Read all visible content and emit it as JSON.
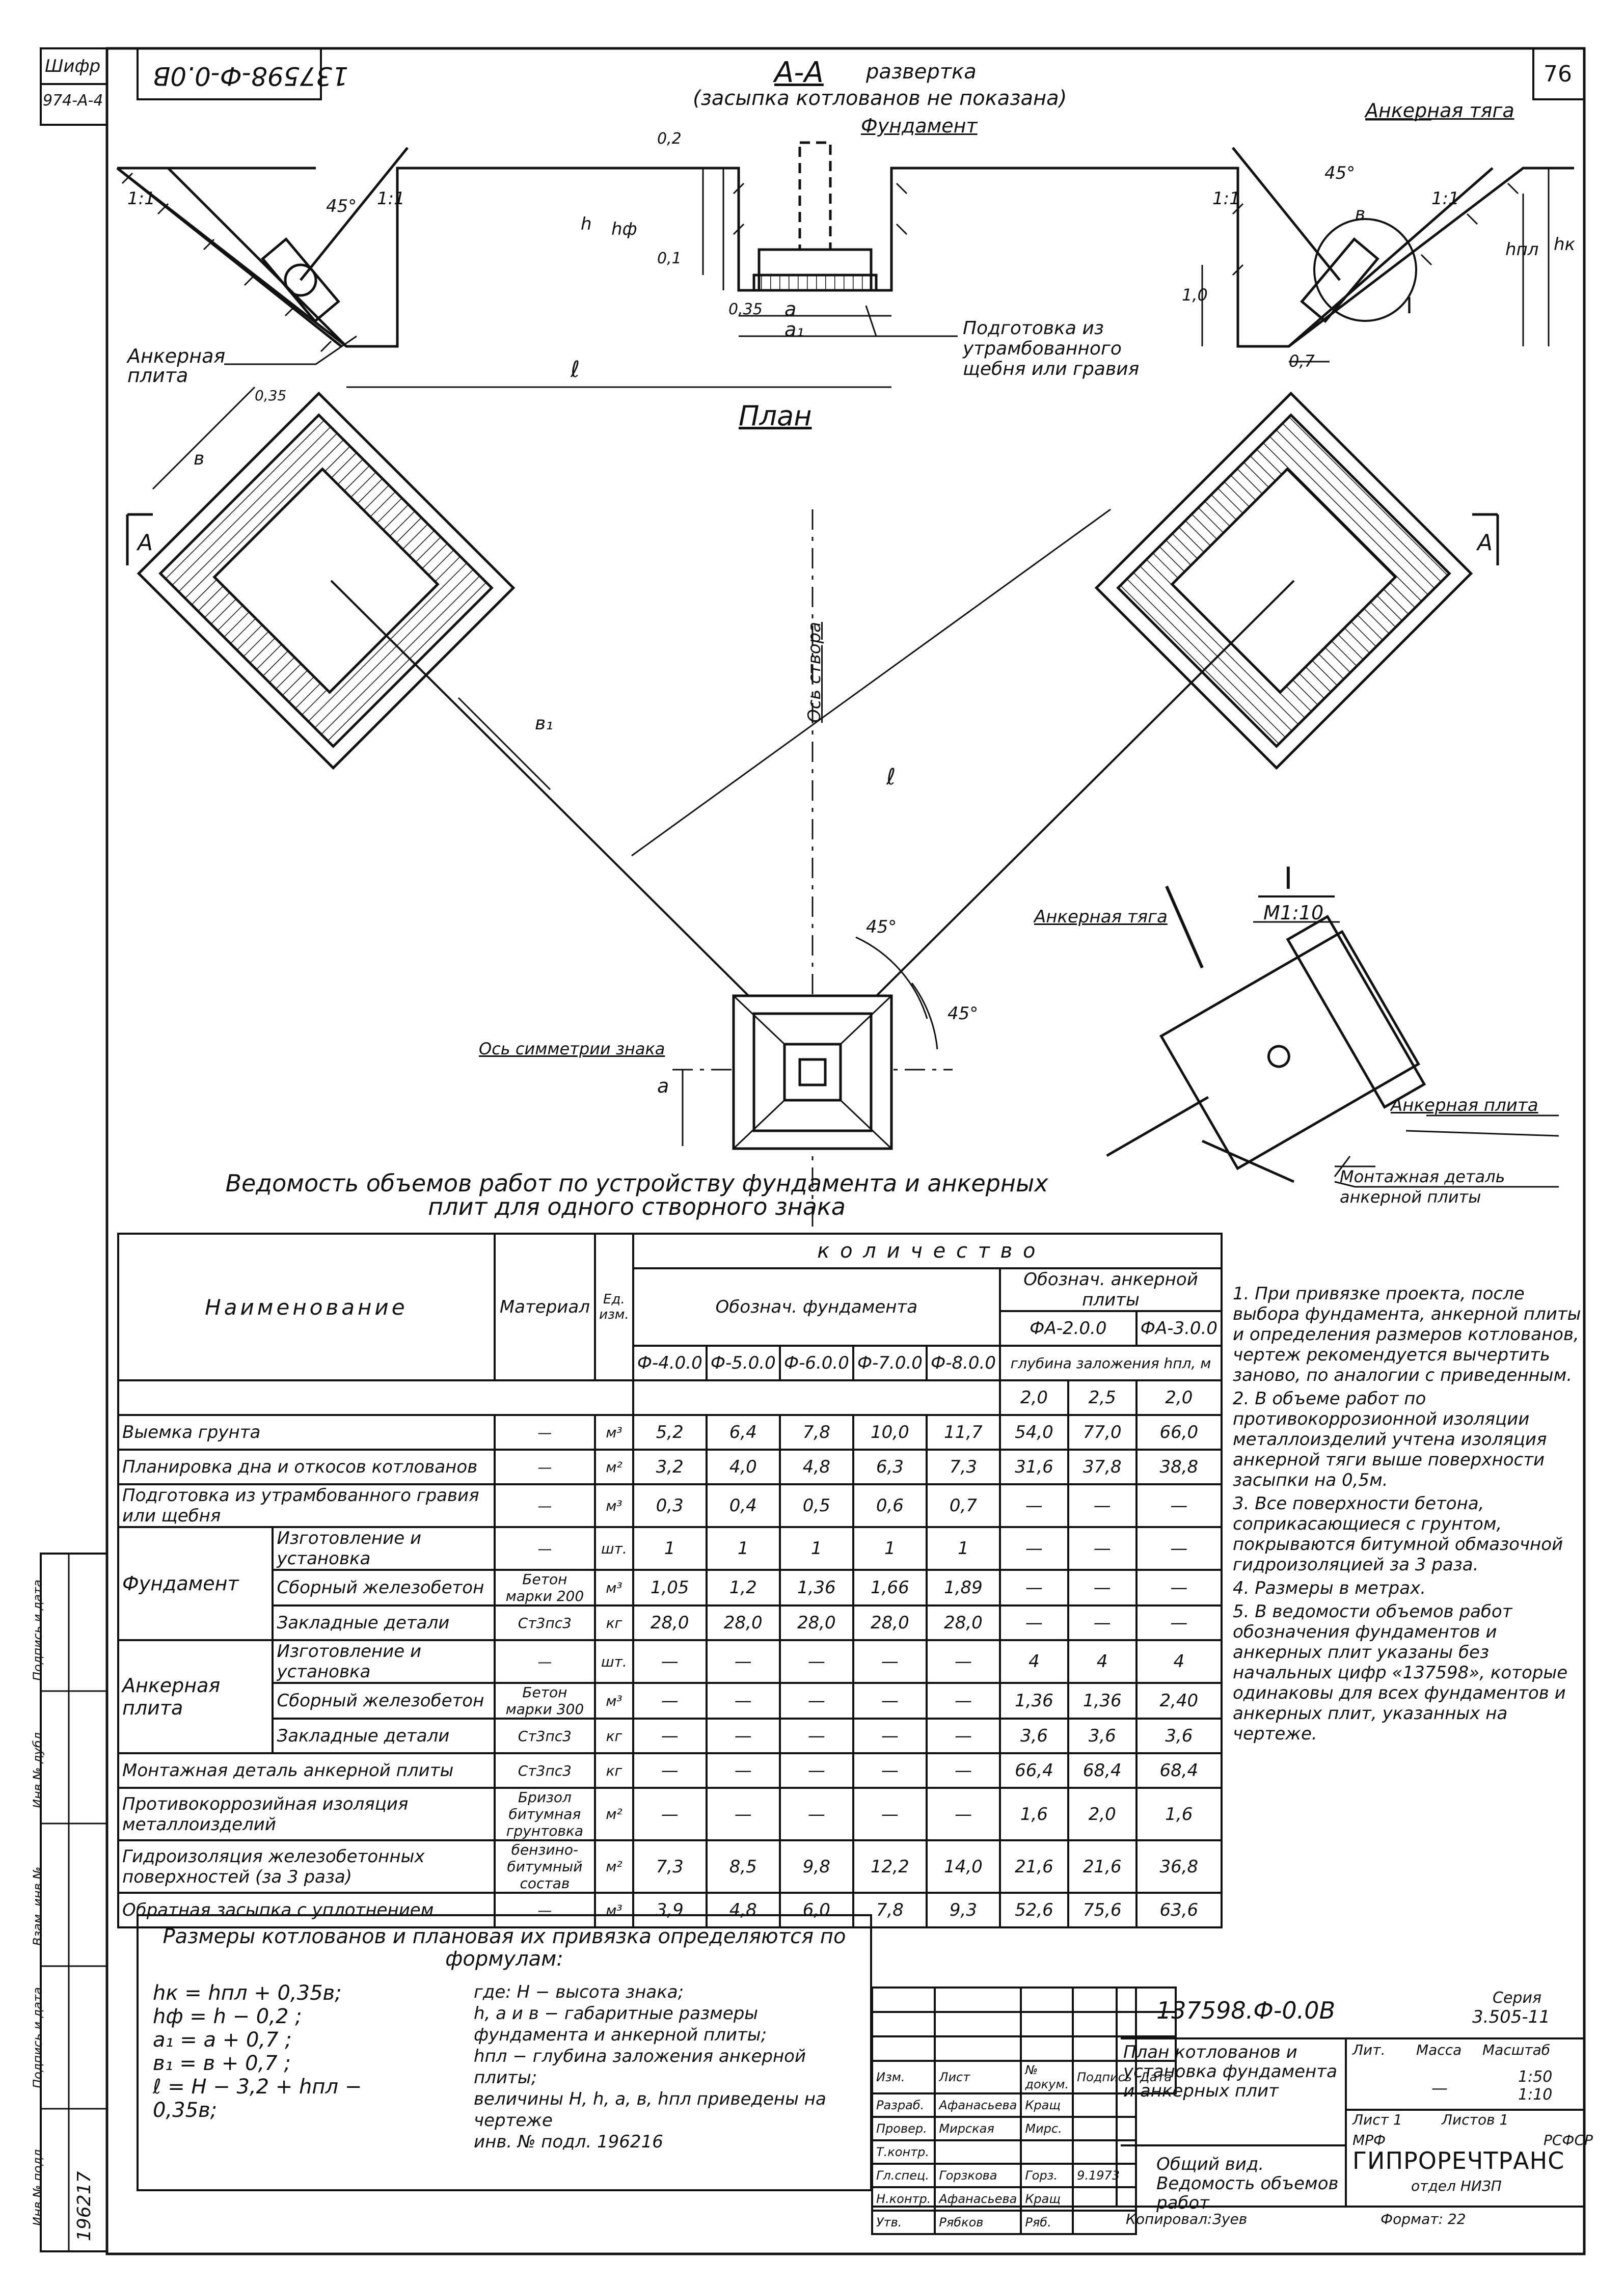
{
  "header": {
    "shifr_label": "Шифр",
    "shifr_value": "974-А-4",
    "code_rotated": "137598-Ф-0.0В",
    "sheet_no": "76"
  },
  "section": {
    "title": "А-А",
    "subtitle": "развертка",
    "note": "(засыпка котлованов не показана)",
    "foundation_label": "Фундамент",
    "anchor_rod": "Анкерная тяга",
    "anchor_plate": "Анкерная плита",
    "prep_note": "Подготовка из утрамбованного щебня или гравия",
    "dims": {
      "slope1": "1:1",
      "angle": "45°",
      "h": "h",
      "hf": "hф",
      "d02": "0,2",
      "d01": "0,1",
      "d10": "1,0",
      "d035": "0,35",
      "a": "a",
      "a1": "a₁",
      "l": "ℓ",
      "b": "в",
      "hpl": "hпл",
      "hk": "hк",
      "d07": "0,7",
      "callout": "I"
    }
  },
  "plan": {
    "title": "План",
    "section_mark": "А",
    "axis_label": "Ось створа",
    "symmetry_label": "Ось симметрии знака",
    "angle": "45°",
    "b": "в",
    "b1": "в₁",
    "l": "ℓ",
    "d035": "0,35",
    "a": "a"
  },
  "detail": {
    "title": "I",
    "scale": "М1:10",
    "anchor_rod": "Анкерная тяга",
    "anchor_plate": "Анкерная плита",
    "mount_part": "Монтажная деталь анкерной плиты"
  },
  "volumes": {
    "title": "Ведомость объемов работ по устройству фундамента и анкерных плит для одного створного знака",
    "headers": {
      "name": "Наименование",
      "material": "Материал",
      "unit": "Ед. изм.",
      "qty": "к о л и ч е с т в о",
      "found": "Обознач. фундамента",
      "anchor": "Обознач. анкерной плиты",
      "fa20": "ФА-2.0.0",
      "fa30": "ФА-3.0.0",
      "depth": "глубина заложения hпл, м",
      "cols": [
        "Ф-4.0.0",
        "Ф-5.0.0",
        "Ф-6.0.0",
        "Ф-7.0.0",
        "Ф-8.0.0",
        "2,0",
        "2,5",
        "2,0"
      ]
    },
    "rows": [
      {
        "group": "",
        "name": "Выемка грунта",
        "material": "—",
        "unit": "м³",
        "v": [
          "5,2",
          "6,4",
          "7,8",
          "10,0",
          "11,7",
          "54,0",
          "77,0",
          "66,0"
        ]
      },
      {
        "group": "",
        "name": "Планировка дна и откосов котлованов",
        "material": "—",
        "unit": "м²",
        "v": [
          "3,2",
          "4,0",
          "4,8",
          "6,3",
          "7,3",
          "31,6",
          "37,8",
          "38,8"
        ]
      },
      {
        "group": "",
        "name": "Подготовка из утрамбованного гравия или щебня",
        "material": "—",
        "unit": "м³",
        "v": [
          "0,3",
          "0,4",
          "0,5",
          "0,6",
          "0,7",
          "—",
          "—",
          "—"
        ]
      },
      {
        "group": "Фундамент",
        "name": "Изготовление и установка",
        "material": "—",
        "unit": "шт.",
        "v": [
          "1",
          "1",
          "1",
          "1",
          "1",
          "—",
          "—",
          "—"
        ]
      },
      {
        "group": "",
        "name": "Сборный железобетон",
        "material": "Бетон марки 200",
        "unit": "м³",
        "v": [
          "1,05",
          "1,2",
          "1,36",
          "1,66",
          "1,89",
          "—",
          "—",
          "—"
        ]
      },
      {
        "group": "",
        "name": "Закладные детали",
        "material": "Ст3пс3",
        "unit": "кг",
        "v": [
          "28,0",
          "28,0",
          "28,0",
          "28,0",
          "28,0",
          "—",
          "—",
          "—"
        ]
      },
      {
        "group": "Анкерная плита",
        "name": "Изготовление и установка",
        "material": "—",
        "unit": "шт.",
        "v": [
          "—",
          "—",
          "—",
          "—",
          "—",
          "4",
          "4",
          "4"
        ]
      },
      {
        "group": "",
        "name": "Сборный железобетон",
        "material": "Бетон марки 300",
        "unit": "м³",
        "v": [
          "—",
          "—",
          "—",
          "—",
          "—",
          "1,36",
          "1,36",
          "2,40"
        ]
      },
      {
        "group": "",
        "name": "Закладные детали",
        "material": "Ст3пс3",
        "unit": "кг",
        "v": [
          "—",
          "—",
          "—",
          "—",
          "—",
          "3,6",
          "3,6",
          "3,6"
        ]
      },
      {
        "group": "",
        "name": "Монтажная деталь анкерной плиты",
        "material": "Ст3пс3",
        "unit": "кг",
        "v": [
          "—",
          "—",
          "—",
          "—",
          "—",
          "66,4",
          "68,4",
          "68,4"
        ]
      },
      {
        "group": "",
        "name": "Противокоррозийная изоляция металлоизделий",
        "material": "Бризол битумная грунтовка",
        "unit": "м²",
        "v": [
          "—",
          "—",
          "—",
          "—",
          "—",
          "1,6",
          "2,0",
          "1,6"
        ]
      },
      {
        "group": "",
        "name": "Гидроизоляция железобетонных поверхностей (за 3 раза)",
        "material": "бензино-битумный состав",
        "unit": "м²",
        "v": [
          "7,3",
          "8,5",
          "9,8",
          "12,2",
          "14,0",
          "21,6",
          "21,6",
          "36,8"
        ]
      },
      {
        "group": "",
        "name": "Обратная засыпка с уплотнением",
        "material": "—",
        "unit": "м³",
        "v": [
          "3,9",
          "4,8",
          "6,0",
          "7,8",
          "9,3",
          "52,6",
          "75,6",
          "63,6"
        ]
      }
    ]
  },
  "notes": [
    "1. При привязке проекта, после выбора фундамента, анкерной плиты и определения размеров котлованов, чертеж рекомендуется вычертить заново, по аналогии с приведенным.",
    "2. В объеме работ по противокоррозионной изоляции металлоизделий учтена изоляция анкерной тяги выше поверхности засыпки на 0,5м.",
    "3. Все поверхности бетона, соприкасающиеся с грунтом, покрываются битумной обмазочной гидроизоляцией за 3 раза.",
    "4. Размеры в метрах.",
    "5. В ведомости объемов работ обозначения фундаментов и анкерных плит указаны без начальных цифр «137598», которые одинаковы для всех фундаментов и анкерных плит, указанных на чертеже."
  ],
  "formulas": {
    "title": "Размеры котлованов и плановая их привязка определяются по формулам:",
    "left": [
      "hк = hпл + 0,35в;",
      "hф = h − 0,2 ;",
      "a₁ = a + 0,7 ;",
      "в₁ = в + 0,7 ;",
      "ℓ = H − 3,2 + hпл − 0,35в;"
    ],
    "right": [
      "где: H − высота знака;",
      "h, a и в − габаритные размеры фундамента и анкерной плиты;",
      "hпл − глубина заложения анкерной плиты;",
      "величины H, h, a, в, hпл приведены на чертеже",
      "инв. № подл. 196216"
    ]
  },
  "side_stamp": {
    "labels": [
      "Инв.№ подл.",
      "Подпись и дата",
      "Взам. инв.№",
      "Инв.№ дубл.",
      "Подпись и дата"
    ],
    "inv": "196217"
  },
  "title_block": {
    "code": "137598.Ф-0.0В",
    "series_label": "Серия",
    "series": "3.505-11",
    "name": "План котлованов и установка фундамента и анкерных плит",
    "view": "Общий вид. Ведомость объемов работ",
    "lit": "Лит.",
    "mass": "Масса",
    "scale_label": "Масштаб",
    "mass_value": "—",
    "scale1": "1:50",
    "scale2": "1:10",
    "sheet": "Лист 1",
    "sheets": "Листов 1",
    "org1": "МРФ",
    "org2": "РСФСР",
    "org": "ГИПРОРЕЧТРАНС",
    "dept": "отдел НИЗП",
    "roles": [
      [
        "Изм.",
        "Лист",
        "№ докум.",
        "Подпись",
        "Дата"
      ],
      [
        "Разраб.",
        "Афанасьева",
        "Кращ",
        ""
      ],
      [
        "Провер.",
        "Мирская",
        "Мирс.",
        ""
      ],
      [
        "Т.контр.",
        "",
        "",
        ""
      ],
      [
        "Гл.спец.",
        "Горзкова",
        "Горз.",
        "9.1973"
      ],
      [
        "Н.контр.",
        "Афанасьева",
        "Кращ",
        ""
      ],
      [
        "Утв.",
        "Рябков",
        "Ряб.",
        ""
      ]
    ],
    "copied": "Копировал:",
    "copied_by": "Зуев",
    "format": "Формат: 22"
  }
}
